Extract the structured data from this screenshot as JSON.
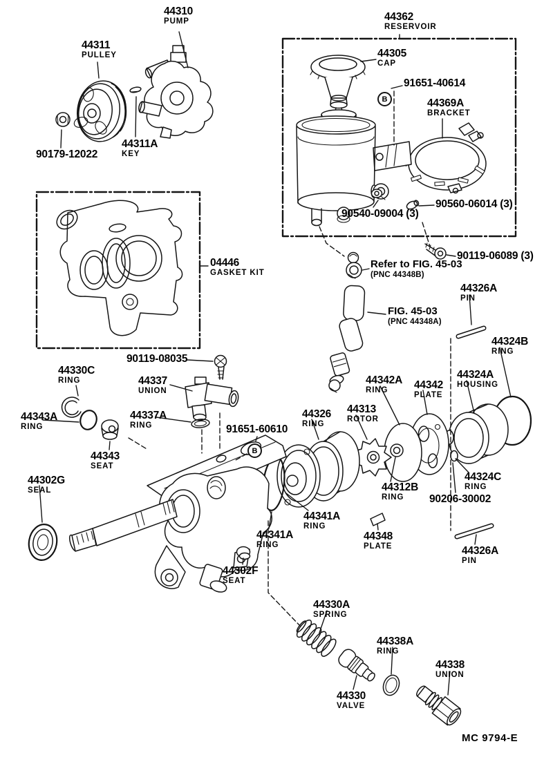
{
  "figure": {
    "footer_code": "MC 9794-E",
    "marker": "B",
    "accent_color": "#141414"
  },
  "labels": {
    "pump": {
      "num": "44310",
      "name": "PUMP"
    },
    "pulley": {
      "num": "44311",
      "name": "PULLEY"
    },
    "key": {
      "num": "44311A",
      "name": "KEY"
    },
    "nut_90179": {
      "num": "90179-12022",
      "name": ""
    },
    "reservoir": {
      "num": "44362",
      "name": "RESERVOIR"
    },
    "cap": {
      "num": "44305",
      "name": "CAP"
    },
    "bolt_91651_40614": {
      "num": "91651-40614",
      "name": ""
    },
    "bracket": {
      "num": "44369A",
      "name": "BRACKET"
    },
    "screw_90540": {
      "num": "90540-09004 (3)",
      "name": ""
    },
    "screw_90560": {
      "num": "90560-06014 (3)",
      "name": ""
    },
    "screw_90119_06089": {
      "num": "90119-06089 (3)",
      "name": ""
    },
    "refer_note": {
      "num": "Refer to FIG. 45-03",
      "name": "(PNC 44348B)"
    },
    "gasket_kit": {
      "num": "04446",
      "name": "GASKET KIT"
    },
    "bolt_90119_08035": {
      "num": "90119-08035",
      "name": ""
    },
    "ring_44330c": {
      "num": "44330C",
      "name": "RING"
    },
    "union_44337": {
      "num": "44337",
      "name": "UNION"
    },
    "ring_44343a": {
      "num": "44343A",
      "name": "RING"
    },
    "ring_44337a": {
      "num": "44337A",
      "name": "RING"
    },
    "bolt_91651_60610": {
      "num": "91651-60610",
      "name": ""
    },
    "seat_44343": {
      "num": "44343",
      "name": "SEAT"
    },
    "seal_44302g": {
      "num": "44302G",
      "name": "SEAL"
    },
    "ring_44326": {
      "num": "44326",
      "name": "RING"
    },
    "rotor_44313": {
      "num": "44313",
      "name": "ROTOR"
    },
    "ring_44342a": {
      "num": "44342A",
      "name": "RING"
    },
    "plate_44342": {
      "num": "44342",
      "name": "PLATE"
    },
    "housing_44324a": {
      "num": "44324A",
      "name": "HOUSING"
    },
    "pin_top": {
      "num": "44326A",
      "name": "PIN"
    },
    "ring_44324b": {
      "num": "44324B",
      "name": "RING"
    },
    "fig_note": {
      "num": "FIG. 45-03",
      "name": "(PNC 44348A)"
    },
    "ring_44324c": {
      "num": "44324C",
      "name": "RING"
    },
    "screw_90206": {
      "num": "90206-30002",
      "name": ""
    },
    "ring_44312b": {
      "num": "44312B",
      "name": "RING"
    },
    "ring_44341a_upper": {
      "num": "44341A",
      "name": "RING"
    },
    "ring_44341a_lower": {
      "num": "44341A",
      "name": "RING"
    },
    "plate_44348": {
      "num": "44348",
      "name": "PLATE"
    },
    "pin_bottom": {
      "num": "44326A",
      "name": "PIN"
    },
    "seat_44302f": {
      "num": "44302F",
      "name": "SEAT"
    },
    "spring_44330a": {
      "num": "44330A",
      "name": "SPRING"
    },
    "ring_44338a": {
      "num": "44338A",
      "name": "RING"
    },
    "valve_44330": {
      "num": "44330",
      "name": "VALVE"
    },
    "union_44338": {
      "num": "44338",
      "name": "UNION"
    }
  }
}
